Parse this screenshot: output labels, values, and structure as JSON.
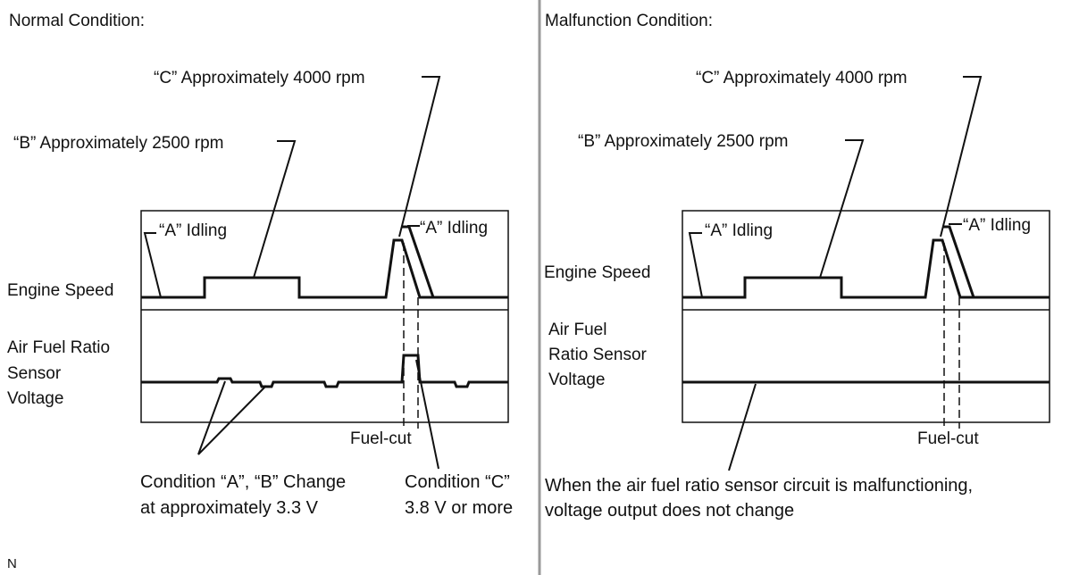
{
  "left": {
    "heading": "Normal Condition:",
    "label_c": "“C” Approximately 4000 rpm",
    "label_b": "“B” Approximately 2500 rpm",
    "idle_a_left": "“A” Idling",
    "idle_a_right": "“A” Idling",
    "engine_speed": "Engine Speed",
    "afr_lines": [
      "Air Fuel Ratio",
      "Sensor",
      "Voltage"
    ],
    "fuel_cut": "Fuel-cut",
    "cond_ab_lines": [
      "Condition “A”, “B” Change",
      "at approximately 3.3 V"
    ],
    "cond_c_lines": [
      "Condition “C”",
      "3.8 V or more"
    ]
  },
  "right": {
    "heading": "Malfunction Condition:",
    "label_c": "“C” Approximately 4000 rpm",
    "label_b": "“B” Approximately 2500 rpm",
    "idle_a_left": "“A” Idling",
    "idle_a_right": "“A” Idling",
    "engine_speed": "Engine Speed",
    "afr_lines": [
      "Air Fuel",
      "Ratio Sensor",
      "Voltage"
    ],
    "fuel_cut": "Fuel-cut",
    "malfunction_lines": [
      "When the air fuel ratio sensor circuit is malfunctioning,",
      "voltage output does not change"
    ]
  },
  "footer_mark": "N"
}
